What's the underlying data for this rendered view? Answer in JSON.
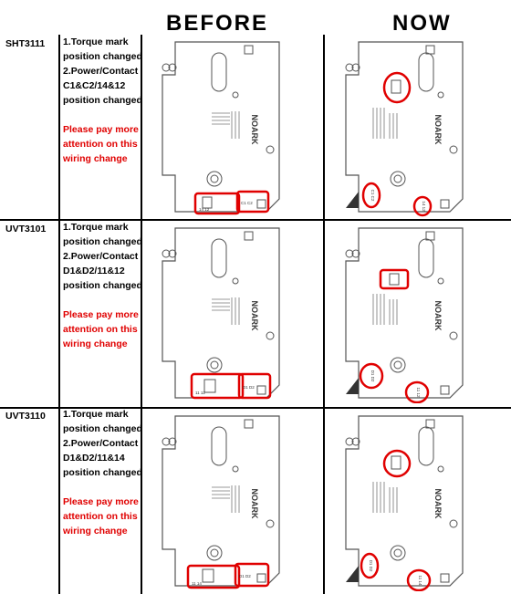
{
  "headers": {
    "before": "BEFORE",
    "now": "NOW"
  },
  "brand": "NOARK",
  "rows": [
    {
      "model": "SHT3111",
      "desc": [
        "1.Torque mark",
        "position changed",
        "2.Power/Contact",
        "C1&C2/14&12",
        "position changed"
      ],
      "warning": [
        "Please pay more",
        "attention on this",
        "wiring change"
      ],
      "before_term_left": "14 12",
      "before_term_right": "C1 C2",
      "now_term_a": "C1 C2",
      "now_term_b": "14 12"
    },
    {
      "model": "UVT3101",
      "desc": [
        "1.Torque mark",
        "position changed",
        "2.Power/Contact",
        "D1&D2/11&12",
        "position changed"
      ],
      "warning": [
        "Please pay more",
        "attention on this",
        "wiring change"
      ],
      "before_term_left": "11 12",
      "before_term_right": "D1 D2",
      "now_term_a": "D1 D2",
      "now_term_b": "11 12"
    },
    {
      "model": "UVT3110",
      "desc": [
        "1.Torque mark",
        "position changed",
        "2.Power/Contact",
        "D1&D2/11&14",
        "position changed"
      ],
      "warning": [
        "Please pay more",
        "attention on this",
        "wiring change"
      ],
      "before_term_left": "11 14",
      "before_term_right": "D1 D2",
      "now_term_a": "D1 D2",
      "now_term_b": "11 14"
    }
  ],
  "colors": {
    "highlight": "#e00000",
    "text": "#000000",
    "line": "#555555"
  }
}
